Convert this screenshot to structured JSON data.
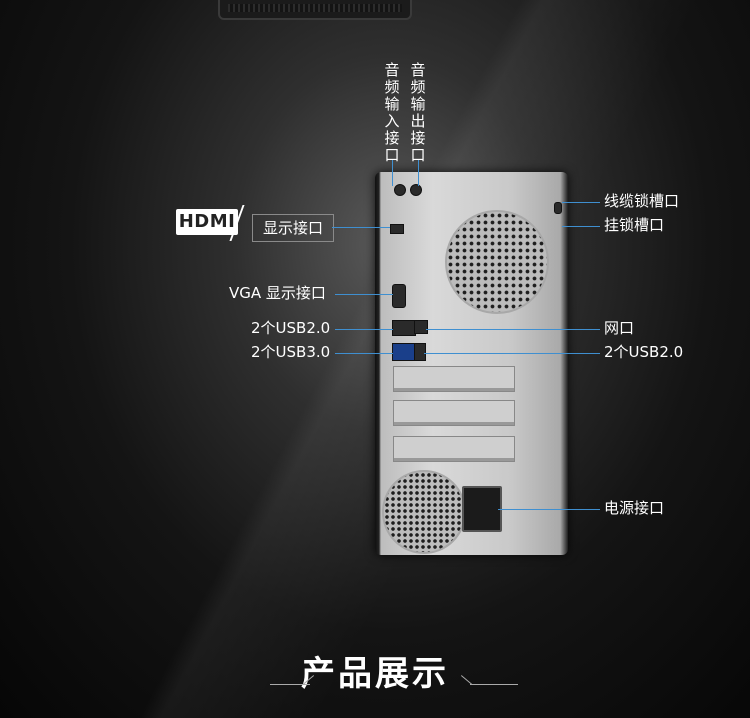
{
  "audio_in": "音频输入接口",
  "audio_out": "音频输出接口",
  "hdmi_badge": "HDMI",
  "hdmi_port": "显示接口",
  "vga": "VGA 显示接口",
  "usb20_left": "2个USB2.0",
  "usb30_left": "2个USB3.0",
  "cable_lock": "线缆锁槽口",
  "lock_slot": "挂锁槽口",
  "network": "网口",
  "usb20_right": "2个USB2.0",
  "power": "电源接口",
  "section_title": "产品展示",
  "colors": {
    "leader_line": "#3f8fd0",
    "background": "#0b0b0b",
    "text": "#ffffff"
  }
}
